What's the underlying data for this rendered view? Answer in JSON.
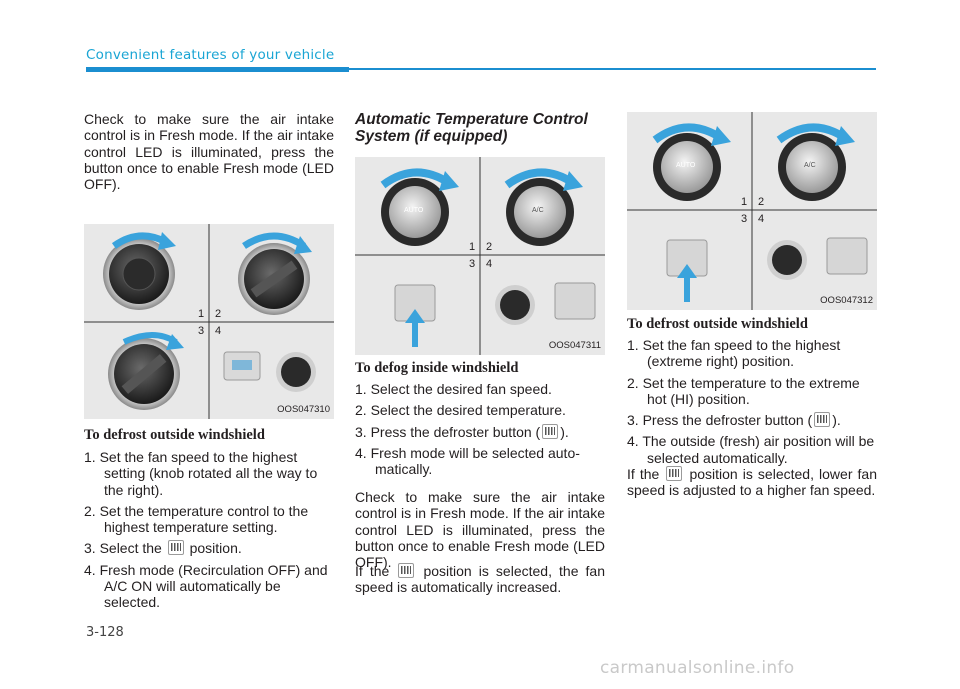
{
  "header": {
    "section_title": "Convenient features of your vehicle"
  },
  "col1": {
    "intro": "Check to make sure the air intake control is in Fresh mode.  If the air intake control LED is illuminated, press the button once to enable Fresh mode (LED OFF).",
    "figure": {
      "code": "OOS047310",
      "labels": [
        "1",
        "2",
        "3",
        "4"
      ]
    },
    "subheading": "To defrost outside windshield",
    "steps": {
      "s1": "1. Set the fan speed to the highest setting (knob rotated all the way to the right).",
      "s2": "2. Set the temperature control to the highest temperature setting.",
      "s3a": "3. Select the",
      "s3b": "position.",
      "s4": "4. Fresh mode (Recirculation OFF) and A/C ON will automatically be selected."
    }
  },
  "col2": {
    "heading": "Automatic Temperature Control System (if equipped)",
    "figure": {
      "code": "OOS047311",
      "labels": [
        "1",
        "2",
        "3",
        "4"
      ],
      "knob_left": "AUTO",
      "knob_right": "A/C"
    },
    "subheading": "To defog inside windshield",
    "steps": {
      "s1": "1. Select the desired fan speed.",
      "s2": "2. Select the desired temperature.",
      "s3a": "3. Press the defroster button (",
      "s3b": ").",
      "s4": "4. Fresh mode will be selected auto-matically."
    },
    "para1": "Check to make sure the air intake control is in Fresh mode. If the air intake control LED is illuminated, press the button once to enable Fresh mode (LED OFF).",
    "para2a": "If the",
    "para2b": "position is selected, the fan speed is automatically increased."
  },
  "col3": {
    "figure": {
      "code": "OOS047312",
      "labels": [
        "1",
        "2",
        "3",
        "4"
      ],
      "knob_left": "AUTO",
      "knob_right": "A/C"
    },
    "subheading": "To defrost outside windshield",
    "steps": {
      "s1": "1. Set the fan speed to the highest (extreme right) position.",
      "s2": "2. Set the temperature to the extreme hot (HI) position.",
      "s3a": "3. Press the defroster button (",
      "s3b": ").",
      "s4": "4. The outside (fresh) air position will be selected automatically."
    },
    "para1a": "If the",
    "para1b": "position is selected, lower fan speed is adjusted to a higher fan speed."
  },
  "footer": {
    "page_number": "3-128",
    "watermark": "carmanualsonline.info"
  },
  "icons": {
    "defrost": "windshield-defrost-icon",
    "arrow": "rotation-arrow-icon",
    "push": "push-arrow-icon"
  },
  "colors": {
    "accent": "#1b8ed0",
    "title": "#1aa5d4",
    "arrow": "#3aa3dc",
    "figure_bg": "#e8e8e8"
  }
}
